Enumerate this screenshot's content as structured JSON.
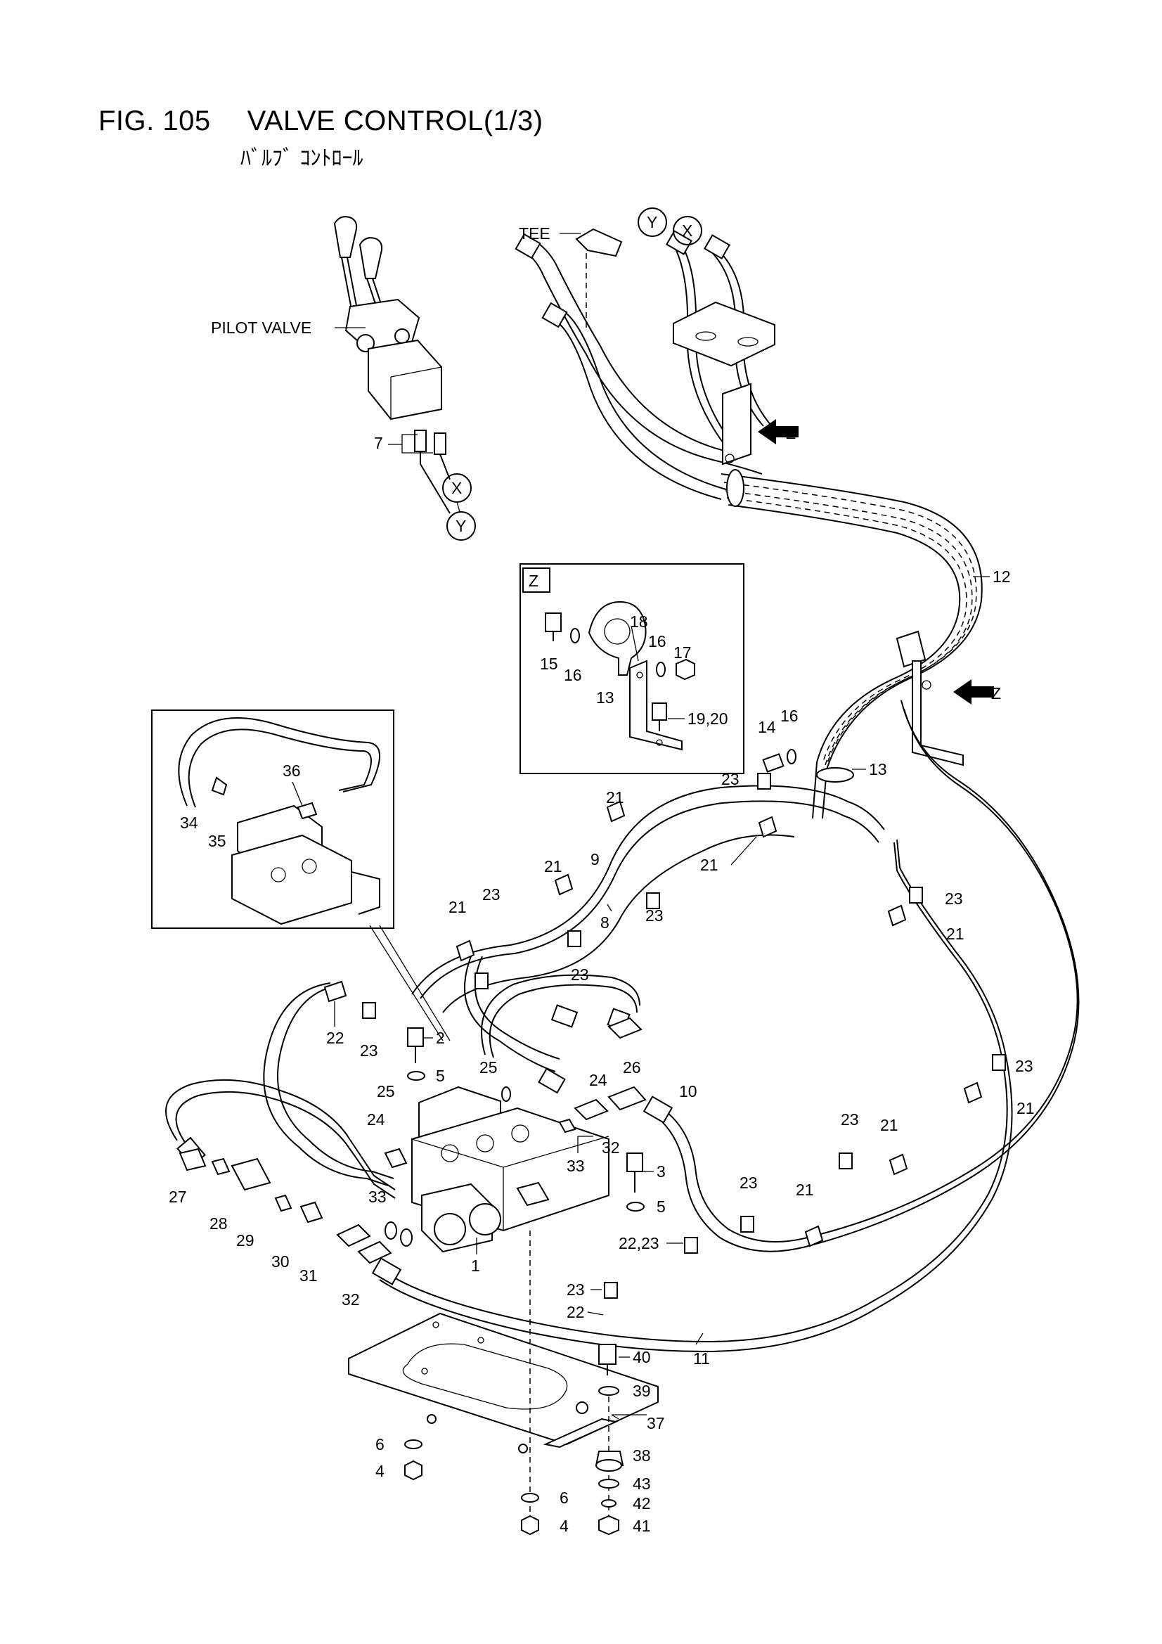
{
  "figure": {
    "number": "FIG. 105",
    "title": "VALVE CONTROL(1/3)",
    "subtitle": "ﾊﾞﾙﾌﾞ ｺﾝﾄﾛｰﾙ"
  },
  "labels": {
    "tee": "TEE",
    "pilot_valve": "PILOT VALVE",
    "ref_x": "X",
    "ref_y": "Y",
    "view_z": "Z"
  },
  "callouts": {
    "c1": "1",
    "c2": "2",
    "c3": "3",
    "c4": "4",
    "c5": "5",
    "c6": "6",
    "c7": "7",
    "c8": "8",
    "c9": "9",
    "c10": "10",
    "c11": "11",
    "c12": "12",
    "c13": "13",
    "c14": "14",
    "c15": "15",
    "c16": "16",
    "c17": "17",
    "c18": "18",
    "c1920": "19,20",
    "c21": "21",
    "c22": "22",
    "c2223": "22,23",
    "c23": "23",
    "c24": "24",
    "c25": "25",
    "c26": "26",
    "c27": "27",
    "c28": "28",
    "c29": "29",
    "c30": "30",
    "c31": "31",
    "c32": "32",
    "c33": "33",
    "c34": "34",
    "c35": "35",
    "c36": "36",
    "c37": "37",
    "c38": "38",
    "c39": "39",
    "c40": "40",
    "c41": "41",
    "c42": "42",
    "c43": "43"
  }
}
